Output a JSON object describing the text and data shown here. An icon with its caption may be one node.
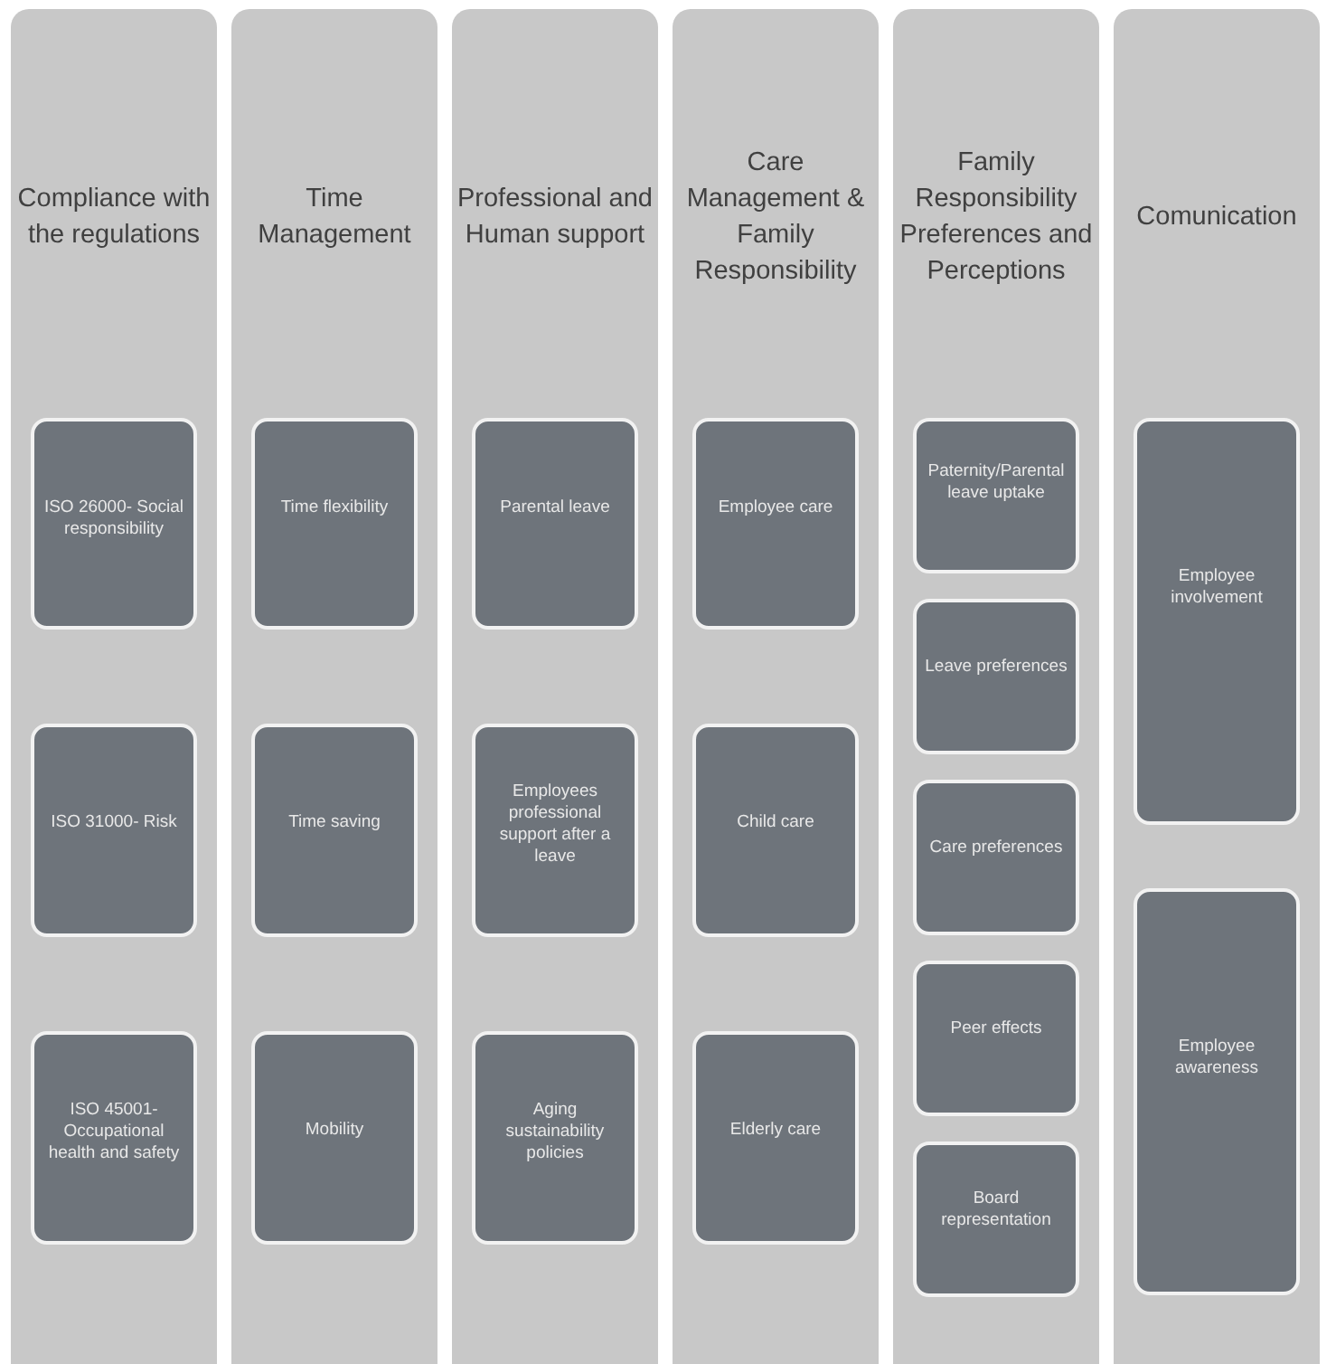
{
  "diagram": {
    "nodes": [
      {
        "text": [
          "Compliance with the regulations"
        ]
      },
      {
        "text": [
          "ISO 26000- Social responsibility"
        ],
        "in": 0
      },
      {
        "text": [
          "ISO 31000- Risk"
        ],
        "in": 0
      },
      {
        "text": [
          "ISO 45001- Occupational health and safety"
        ],
        "in": 0
      },
      {
        "text": [
          "Time Management"
        ]
      },
      {
        "text": [
          "Time flexibility"
        ],
        "in": 4
      },
      {
        "text": [
          "Time saving"
        ],
        "in": 4
      },
      {
        "text": [
          "Mobility"
        ],
        "in": 4
      },
      {
        "text": [
          "Professional and Human support"
        ]
      },
      {
        "text": [
          "Parental leave"
        ],
        "in": 8
      },
      {
        "text": [
          "Employees professional support after a leave"
        ],
        "in": 8
      },
      {
        "text": [
          "Aging sustainability policies"
        ],
        "in": 8
      },
      {
        "text": [
          "Care Management & Family Responsibility"
        ]
      },
      {
        "text": [
          "Employee care"
        ],
        "in": 12
      },
      {
        "text": [
          "Child care"
        ],
        "in": 12
      },
      {
        "text": [
          "Elderly care"
        ],
        "in": 12
      },
      {
        "text": [
          "Family Responsibility Preferences and Perceptions"
        ]
      },
      {
        "text": [
          "Paternity/Parental leave uptake"
        ],
        "in": 16
      },
      {
        "text": [
          "Leave preferences"
        ],
        "in": 16
      },
      {
        "text": [
          "Care preferences"
        ],
        "in": 16
      },
      {
        "text": [
          "Peer effects"
        ],
        "in": 16
      },
      {
        "text": [
          "Board representation"
        ],
        "in": 16
      },
      {
        "text": [
          "Comunication"
        ]
      },
      {
        "text": [
          "Employee involvement"
        ],
        "in": 22
      },
      {
        "text": [
          "Employee awareness"
        ],
        "in": 22
      }
    ]
  }
}
